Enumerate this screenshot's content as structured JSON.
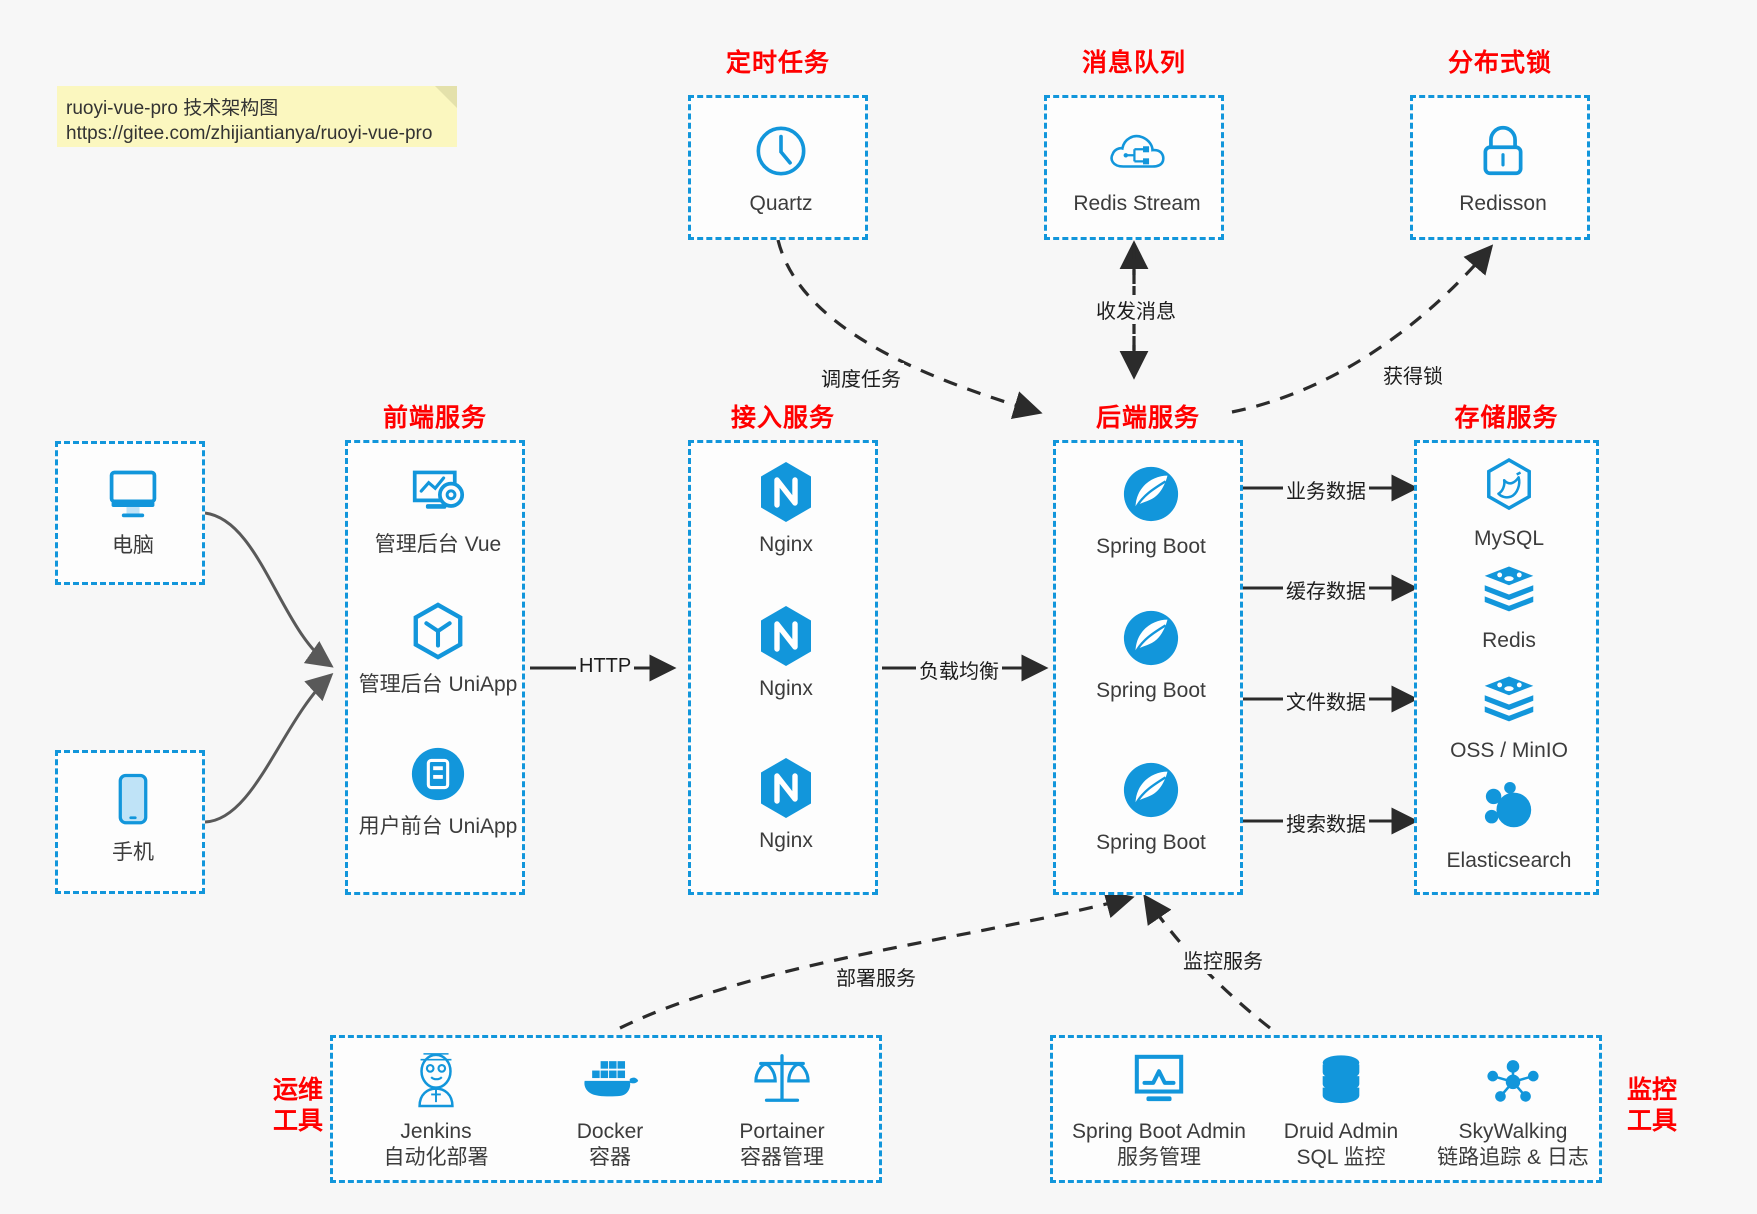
{
  "note": {
    "line1": "ruoyi-vue-pro 技术架构图",
    "line2": "https://gitee.com/zhijiantianya/ruoyi-vue-pro"
  },
  "colors": {
    "accent": "#1296db",
    "title_red": "#ff0000",
    "canvas_bg": "#f7f7f7",
    "note_bg": "#fbf7bf",
    "edge": "#2b2b2b",
    "client_edge": "#595959"
  },
  "groups": {
    "scheduler": {
      "title": "定时任务",
      "items": [
        {
          "label": "Quartz",
          "icon": "clock-icon"
        }
      ]
    },
    "mq": {
      "title": "消息队列",
      "items": [
        {
          "label": "Redis Stream",
          "icon": "cloud-network-icon"
        }
      ]
    },
    "lock": {
      "title": "分布式锁",
      "items": [
        {
          "label": "Redisson",
          "icon": "lock-icon"
        }
      ]
    },
    "clients": {
      "items": [
        {
          "label": "电脑",
          "icon": "desktop-icon"
        },
        {
          "label": "手机",
          "icon": "mobile-icon"
        }
      ]
    },
    "frontend": {
      "title": "前端服务",
      "items": [
        {
          "label": "管理后台 Vue",
          "icon": "dashboard-gear-icon"
        },
        {
          "label": "管理后台 UniApp",
          "icon": "cube-icon"
        },
        {
          "label": "用户前台 UniApp",
          "icon": "app-window-icon"
        }
      ]
    },
    "gateway": {
      "title": "接入服务",
      "items": [
        {
          "label": "Nginx",
          "icon": "nginx-icon"
        },
        {
          "label": "Nginx",
          "icon": "nginx-icon"
        },
        {
          "label": "Nginx",
          "icon": "nginx-icon"
        }
      ]
    },
    "backend": {
      "title": "后端服务",
      "items": [
        {
          "label": "Spring Boot",
          "icon": "spring-leaf-icon"
        },
        {
          "label": "Spring Boot",
          "icon": "spring-leaf-icon"
        },
        {
          "label": "Spring Boot",
          "icon": "spring-leaf-icon"
        }
      ]
    },
    "storage": {
      "title": "存储服务",
      "items": [
        {
          "label": "MySQL",
          "icon": "mysql-dolphin-icon"
        },
        {
          "label": "Redis",
          "icon": "redis-stack-icon"
        },
        {
          "label": "OSS / MinIO",
          "icon": "redis-stack-icon"
        },
        {
          "label": "Elasticsearch",
          "icon": "elasticsearch-icon"
        }
      ]
    },
    "devops": {
      "title": "运维\n工具",
      "title_l1": "运维",
      "title_l2": "工具",
      "items": [
        {
          "label": "Jenkins",
          "sub": "自动化部署",
          "icon": "jenkins-butler-icon"
        },
        {
          "label": "Docker",
          "sub": "容器",
          "icon": "docker-whale-icon"
        },
        {
          "label": "Portainer",
          "sub": "容器管理",
          "icon": "scales-icon"
        }
      ]
    },
    "monitor": {
      "title": "监控\n工具",
      "title_l1": "监控",
      "title_l2": "工具",
      "items": [
        {
          "label": "Spring Boot Admin",
          "sub": "服务管理",
          "icon": "monitor-chart-icon"
        },
        {
          "label": "Druid Admin",
          "sub": "SQL 监控",
          "icon": "database-icon"
        },
        {
          "label": "SkyWalking",
          "sub": "链路追踪 & 日志",
          "icon": "skywalking-icon"
        }
      ]
    }
  },
  "edges": [
    {
      "name": "schedule-task",
      "label": "调度任务"
    },
    {
      "name": "send-receive",
      "label": "收发消息"
    },
    {
      "name": "acquire-lock",
      "label": "获得锁"
    },
    {
      "name": "http",
      "label": "HTTP"
    },
    {
      "name": "load-balance",
      "label": "负载均衡"
    },
    {
      "name": "business-data",
      "label": "业务数据"
    },
    {
      "name": "cache-data",
      "label": "缓存数据"
    },
    {
      "name": "file-data",
      "label": "文件数据"
    },
    {
      "name": "search-data",
      "label": "搜索数据"
    },
    {
      "name": "deploy-service",
      "label": "部署服务"
    },
    {
      "name": "monitor-service",
      "label": "监控服务"
    }
  ]
}
